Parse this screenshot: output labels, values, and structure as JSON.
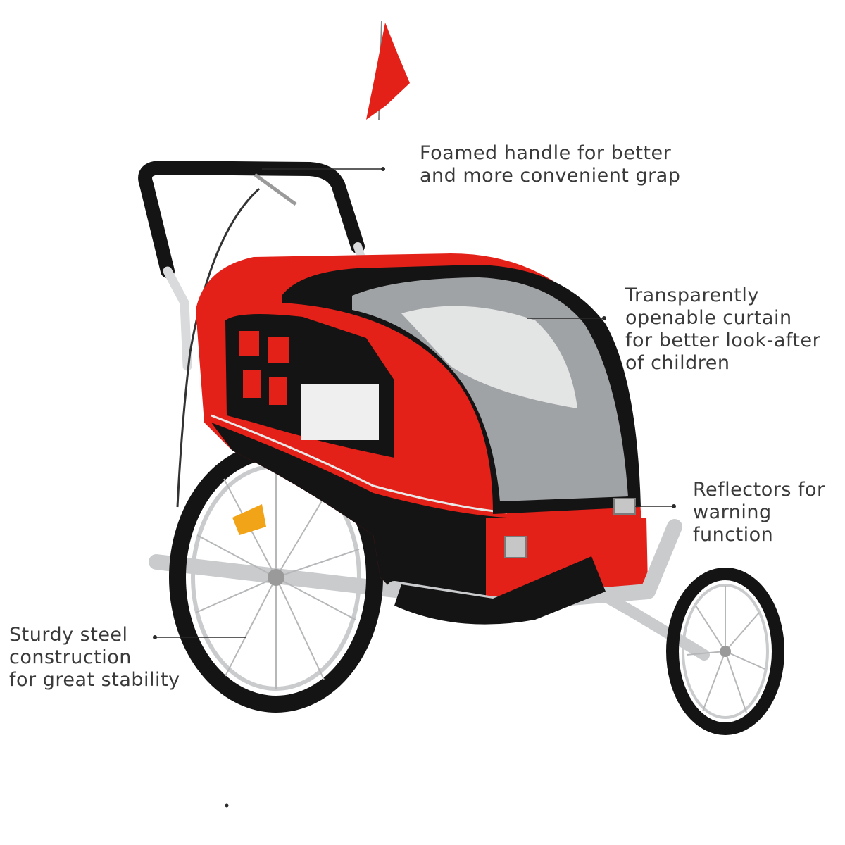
{
  "callouts": {
    "handle": [
      "Foamed handle for better",
      "and more convenient grap"
    ],
    "curtain": [
      "Transparently",
      "openable curtain",
      "for better look-after",
      "of children"
    ],
    "reflectors": [
      "Reflectors for",
      "warning",
      "function"
    ],
    "steel": [
      "Sturdy steel",
      "construction",
      "for great stability"
    ]
  },
  "colors": {
    "red": "#e32119",
    "black": "#141414",
    "frame": "#c9cbcd",
    "reflector": "#f2a418",
    "text": "#3a3a3a"
  }
}
